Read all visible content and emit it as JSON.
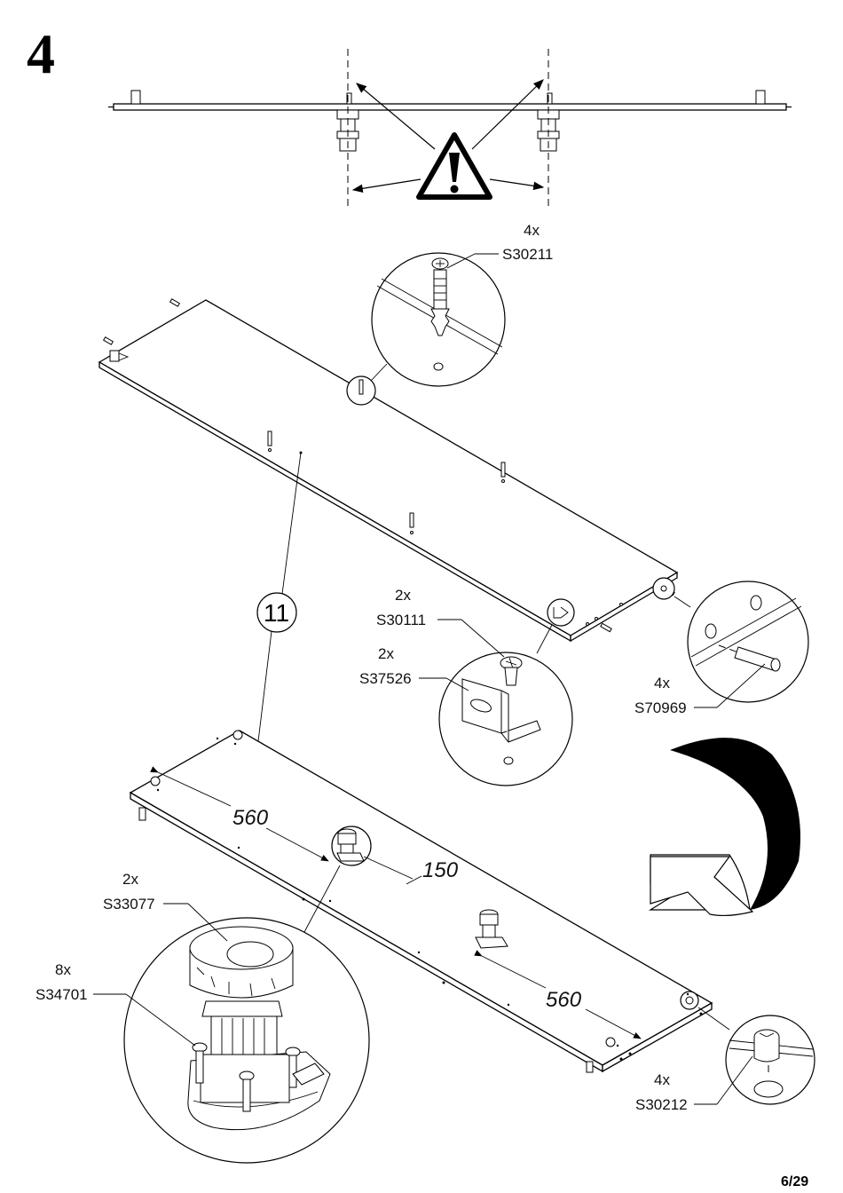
{
  "step_number": "4",
  "page_number": "6/29",
  "panel_id": "11",
  "parts": {
    "screw_top": {
      "qty": "4x",
      "code": "S30211"
    },
    "screw_bracket": {
      "qty": "2x",
      "code": "S30111"
    },
    "bracket": {
      "qty": "2x",
      "code": "S37526"
    },
    "dowel": {
      "qty": "4x",
      "code": "S70969"
    },
    "leveler": {
      "qty": "2x",
      "code": "S33077"
    },
    "screw_leveler": {
      "qty": "8x",
      "code": "S34701"
    },
    "cam": {
      "qty": "4x",
      "code": "S30212"
    }
  },
  "dimensions": {
    "left_offset": "560",
    "inset": "150",
    "right_offset": "560"
  },
  "icons": [
    "warning-triangle-icon",
    "flip-arrow-icon"
  ]
}
